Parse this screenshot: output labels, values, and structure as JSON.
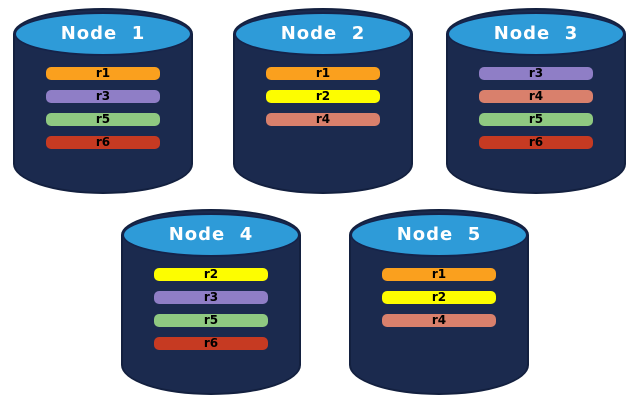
{
  "diagram": {
    "background_color": "#FFFFFF",
    "node_style": {
      "body_color": "#1B2A4E",
      "outline_color": "#13203F",
      "cap_color": "#2E9BD8",
      "label_color": "#FFFFFF"
    },
    "bar_text_color": "#000000",
    "replica_colors": {
      "r1": "#FAA01E",
      "r2": "#FDFD00",
      "r3": "#8F7EC6",
      "r4": "#D9806C",
      "r5": "#8FC981",
      "r6": "#C63A22"
    },
    "nodes": [
      {
        "label": "Node  1",
        "replicas": [
          "r1",
          "r3",
          "r5",
          "r6"
        ]
      },
      {
        "label": "Node  2",
        "replicas": [
          "r1",
          "r2",
          "r4"
        ]
      },
      {
        "label": "Node  3",
        "replicas": [
          "r3",
          "r4",
          "r5",
          "r6"
        ]
      },
      {
        "label": "Node  4",
        "replicas": [
          "r2",
          "r3",
          "r5",
          "r6"
        ]
      },
      {
        "label": "Node  5",
        "replicas": [
          "r1",
          "r2",
          "r4"
        ]
      }
    ]
  }
}
